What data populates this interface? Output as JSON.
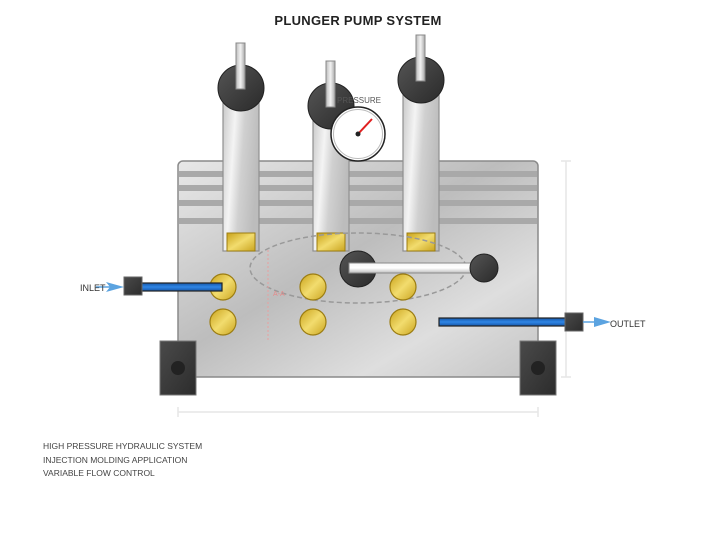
{
  "title": "PLUNGER PUMP SYSTEM",
  "labels": {
    "inlet": "INLET",
    "outlet": "OUTLET",
    "pressure": "PRESSURE",
    "section": "A-A"
  },
  "notes": [
    "HIGH PRESSURE HYDRAULIC SYSTEM",
    "INJECTION MOLDING APPLICATION",
    "VARIABLE FLOW CONTROL"
  ],
  "components": {
    "plungers": 3,
    "valves": 6,
    "mounting_feet": 2
  },
  "colors": {
    "pipe": "#1e6fd0",
    "arrow": "#5ba3e0",
    "brass": "#d9b93a",
    "knob": "#333333",
    "gauge_needle": "#e02020",
    "section_line": "#e48a8a"
  }
}
